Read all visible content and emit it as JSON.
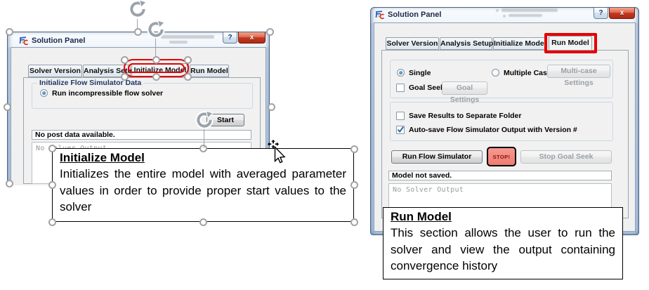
{
  "colors": {
    "highlight_red": "#e60000",
    "stop_button_bg": "#f28379",
    "stop_button_text": "#7e120b",
    "titlebar_blue": "#bed2e8"
  },
  "left_dialog": {
    "title": "Solution Panel",
    "help_label": "?",
    "close_label": "x",
    "tabs": [
      {
        "label": "Solver Version"
      },
      {
        "label": "Analysis Setup"
      },
      {
        "label": "Initialize Model"
      },
      {
        "label": "Run Model"
      }
    ],
    "selected_tab": "Initialize Model",
    "group_label": "Initialize Flow Simulator Data",
    "radio_label": "Run incompressible flow solver",
    "start_button": "Start",
    "status_text": "No post data available.",
    "output_placeholder": "No Solver Output"
  },
  "left_annotation": {
    "title": "Initialize Model",
    "body": "Initializes the entire model with averaged parameter values in order to provide proper start values to the solver"
  },
  "right_dialog": {
    "title": "Solution Panel",
    "help_label": "?",
    "close_label": "x",
    "tabs": [
      {
        "label": "Solver Version"
      },
      {
        "label": "Analysis Setup"
      },
      {
        "label": "Initialize Model"
      },
      {
        "label": "Run Model"
      }
    ],
    "selected_tab": "Run Model",
    "radio_single": "Single",
    "radio_multiple": "Multiple Cases",
    "multicase_button": "Multi-case Settings",
    "goalseek_checkbox": "Goal Seek",
    "goalsettings_button": "Goal Settings",
    "save_checkbox": "Save Results to Separate Folder",
    "autosave_checkbox": "Auto-save Flow Simulator Output with Version #",
    "run_button": "Run Flow Simulator",
    "stop_button": "STOP!",
    "stopgoal_button": "Stop Goal Seek",
    "status_text": "Model not saved.",
    "output_placeholder": "No Solver Output"
  },
  "right_annotation": {
    "title": "Run Model",
    "body": "This section allows the user to run the solver and view the output containing convergence history"
  }
}
